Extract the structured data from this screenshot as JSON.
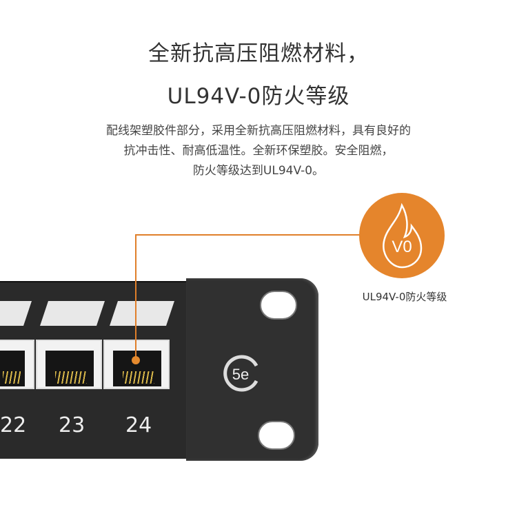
{
  "heading": {
    "line1": "全新抗高压阻燃材料，",
    "line2": "UL94V-0防火等级"
  },
  "description": [
    "配线架塑胶件部分，采用全新抗高压阻燃材料，具有良好的",
    "抗冲击性、耐高低温性。全新环保塑胶。安全阻燃，",
    "防火等级达到UL94V-0。"
  ],
  "badge": {
    "icon_text": "V0",
    "label": "UL94V-0防火等级",
    "color": "#e5852c"
  },
  "panel": {
    "port_numbers": [
      "22",
      "23",
      "24"
    ],
    "logo_text": "5e"
  }
}
